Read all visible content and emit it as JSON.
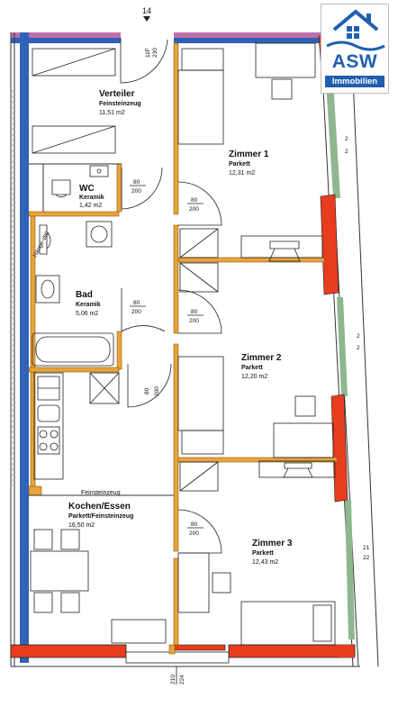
{
  "rooms": {
    "verteiler": {
      "name": "Verteiler",
      "floor": "Feinsteinzeug",
      "area": "11,51 m2"
    },
    "wc": {
      "name": "WC",
      "floor": "Keramik",
      "area": "1,42 m2"
    },
    "bad": {
      "name": "Bad",
      "floor": "Keramik",
      "area": "5,06 m2"
    },
    "kochen": {
      "name": "Kochen/Essen",
      "floor": "Parkett/Feinsteinzeug",
      "area": "16,50 m2",
      "floor_label": "Feinsteinzeug"
    },
    "zimmer1": {
      "name": "Zimmer 1",
      "floor": "Parkett",
      "area": "12,31 m2"
    },
    "zimmer2": {
      "name": "Zimmer 2",
      "floor": "Parkett",
      "area": "12,20 m2"
    },
    "zimmer3": {
      "name": "Zimmer 3",
      "floor": "Parkett",
      "area": "12,43 m2"
    }
  },
  "doors": {
    "wc": {
      "w": "80",
      "h": "200"
    },
    "zimmer1": {
      "w": "80",
      "h": "200"
    },
    "bad": {
      "w": "80",
      "h": "200"
    },
    "zimmer2": {
      "w": "80",
      "h": "200"
    },
    "hall": {
      "w": "80",
      "h": "200"
    },
    "zimmer3": {
      "w": "80",
      "h": "200"
    }
  },
  "dims": {
    "top_number": "14",
    "top_vertical_a": "11F",
    "top_vertical_b": "230",
    "bottom_a": "210",
    "bottom_b": "224",
    "right_edge": [
      "2",
      "2",
      "2",
      "2",
      "21",
      "22"
    ],
    "shower_label": "Hänge-WC"
  },
  "logo": {
    "brand": "ASW",
    "sub": "Immobilien"
  },
  "colors": {
    "wall_blue": "#2f62b8",
    "wall_red": "#e83c1e",
    "wood": "#e8a33a",
    "window_green": "#8fb78f"
  }
}
